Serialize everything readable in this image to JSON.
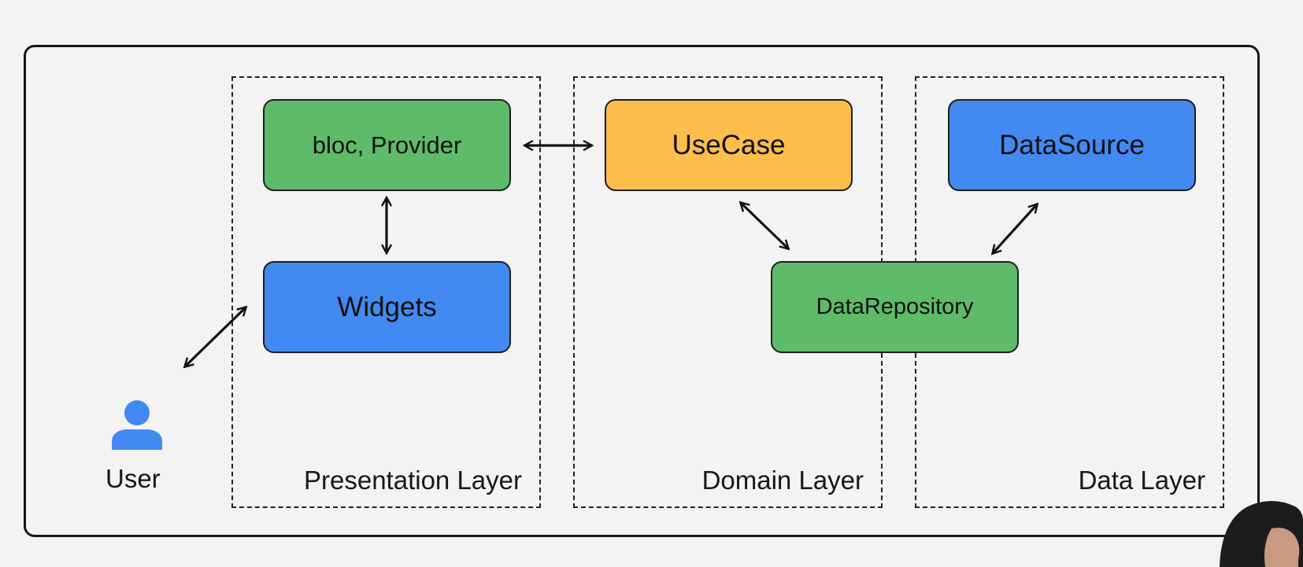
{
  "layers": {
    "presentation": "Presentation Layer",
    "domain": "Domain Layer",
    "data": "Data Layer"
  },
  "boxes": {
    "bloc_provider": "bloc, Provider",
    "widgets": "Widgets",
    "usecase": "UseCase",
    "datasource": "DataSource",
    "datarepository": "DataRepository"
  },
  "user": {
    "label": "User",
    "icon": "person-icon"
  },
  "colors": {
    "green": "#5ebb69",
    "blue": "#4289f2",
    "yellow": "#fdbd4b",
    "user_icon": "#4289f2"
  }
}
